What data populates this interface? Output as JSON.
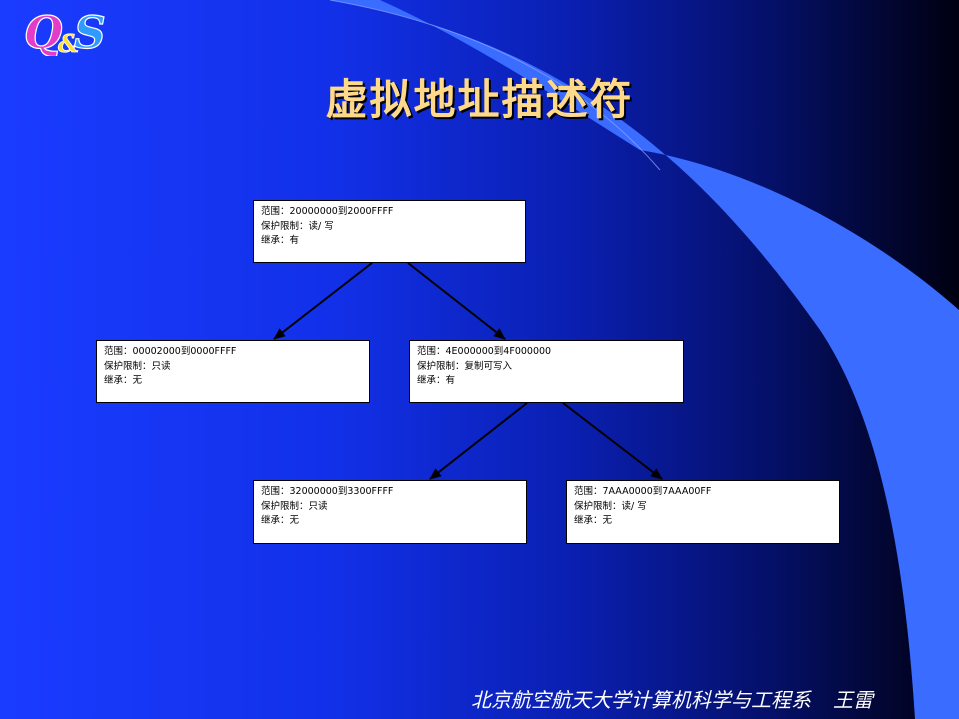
{
  "logo": {
    "text_q": "Q",
    "text_s": "S"
  },
  "title": "虚拟地址描述符",
  "nodes": {
    "root": {
      "range": "范围：20000000到2000FFFF",
      "protect": "保护限制：读/ 写",
      "inherit": "继承：有"
    },
    "left": {
      "range": "范围：00002000到0000FFFF",
      "protect": "保护限制：只读",
      "inherit": "继承：无"
    },
    "right": {
      "range": "范围：4E000000到4F000000",
      "protect": "保护限制：复制可写入",
      "inherit": "继承：有"
    },
    "rl": {
      "range": "范围：32000000到3300FFFF",
      "protect": "保护限制：只读",
      "inherit": "继承：无"
    },
    "rr": {
      "range": "范围：7AAA0000到7AAA00FF",
      "protect": "保护限制：读/ 写",
      "inherit": "继承：无"
    }
  },
  "footer": {
    "org": "北京航空航天大学计算机科学与工程系",
    "author": "王雷"
  },
  "colors": {
    "title": "#ffd98a",
    "sweep": "#3a6cff",
    "edge": "#000000"
  }
}
